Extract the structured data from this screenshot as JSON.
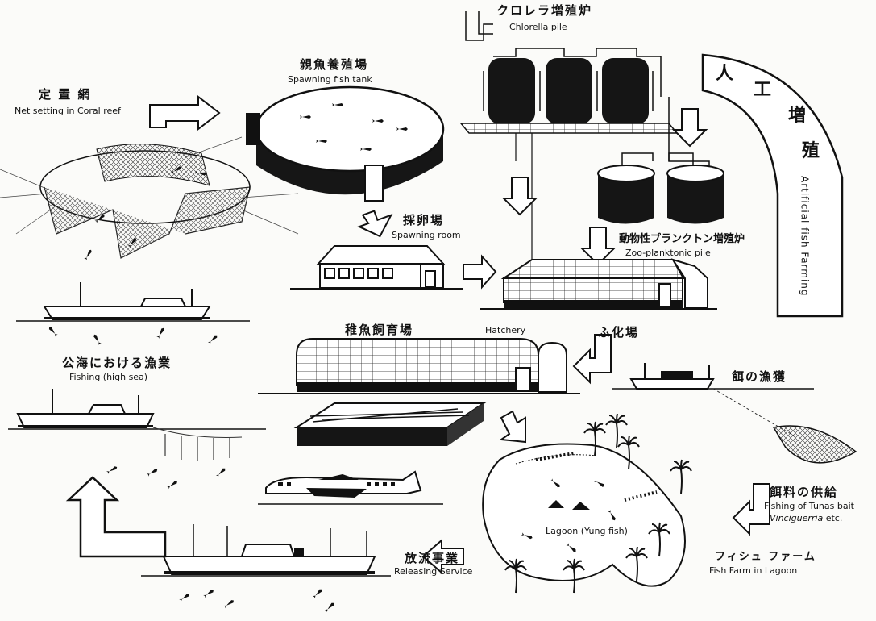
{
  "labels": {
    "net_setting_jp": "定 置 網",
    "net_setting_en": "Net setting in Coral reef",
    "spawning_tank_jp": "親魚養殖場",
    "spawning_tank_en": "Spawning fish tank",
    "chlorella_jp": "クロレラ増殖炉",
    "chlorella_en": "Chlorella pile",
    "artificial_jp_1": "人",
    "artificial_jp_2": "工",
    "artificial_jp_3": "増",
    "artificial_jp_4": "殖",
    "artificial_en": "Artificial fish Farming",
    "spawning_room_jp": "採卵場",
    "spawning_room_en": "Spawning room",
    "zooplankton_jp": "動物性プランクトン増殖炉",
    "zooplankton_en": "Zoo-planktonic pile",
    "fry_jp": "稚魚飼育場",
    "hatchery_en": "Hatchery",
    "hatching_jp": "ふ化場",
    "high_sea_jp": "公海における漁業",
    "high_sea_en": "Fishing (high sea)",
    "bait_fishing_jp": "餌の漁獲",
    "feed_supply_jp": "餌料の供給",
    "feed_supply_en": "Fishing of Tunas bait",
    "feed_supply_en2": "Vinciguerria",
    "feed_supply_en3": " etc.",
    "lagoon_en": "Lagoon (Yung fish)",
    "fish_farm_jp": "フィシュ ファーム",
    "fish_farm_en": "Fish Farm in Lagoon",
    "releasing_jp": "放流事業",
    "releasing_en": "Releasing Service"
  }
}
